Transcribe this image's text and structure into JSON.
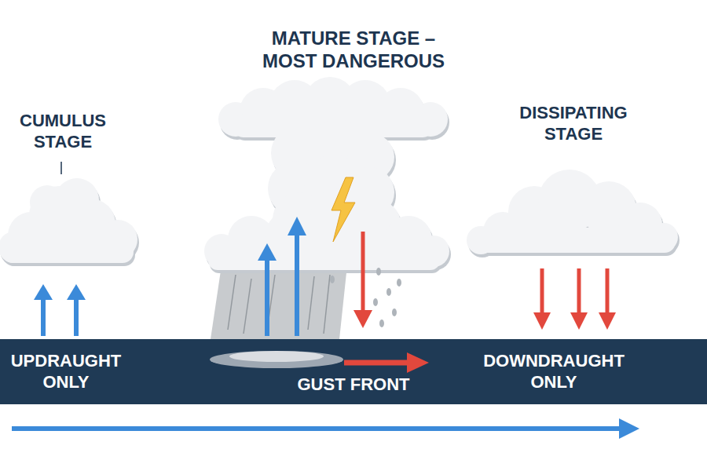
{
  "diagram": {
    "nodes": [
      {
        "text": [
          "UPDRAUGHT ONLY",
          "GUST FRONT",
          "DOWNDRAUGHT ONLY"
        ]
      }
    ],
    "labels": [
      "CUMULUS STAGE",
      "MATURE STAGE – MOST DANGEROUS",
      "DISSIPATING STAGE"
    ]
  }
}
